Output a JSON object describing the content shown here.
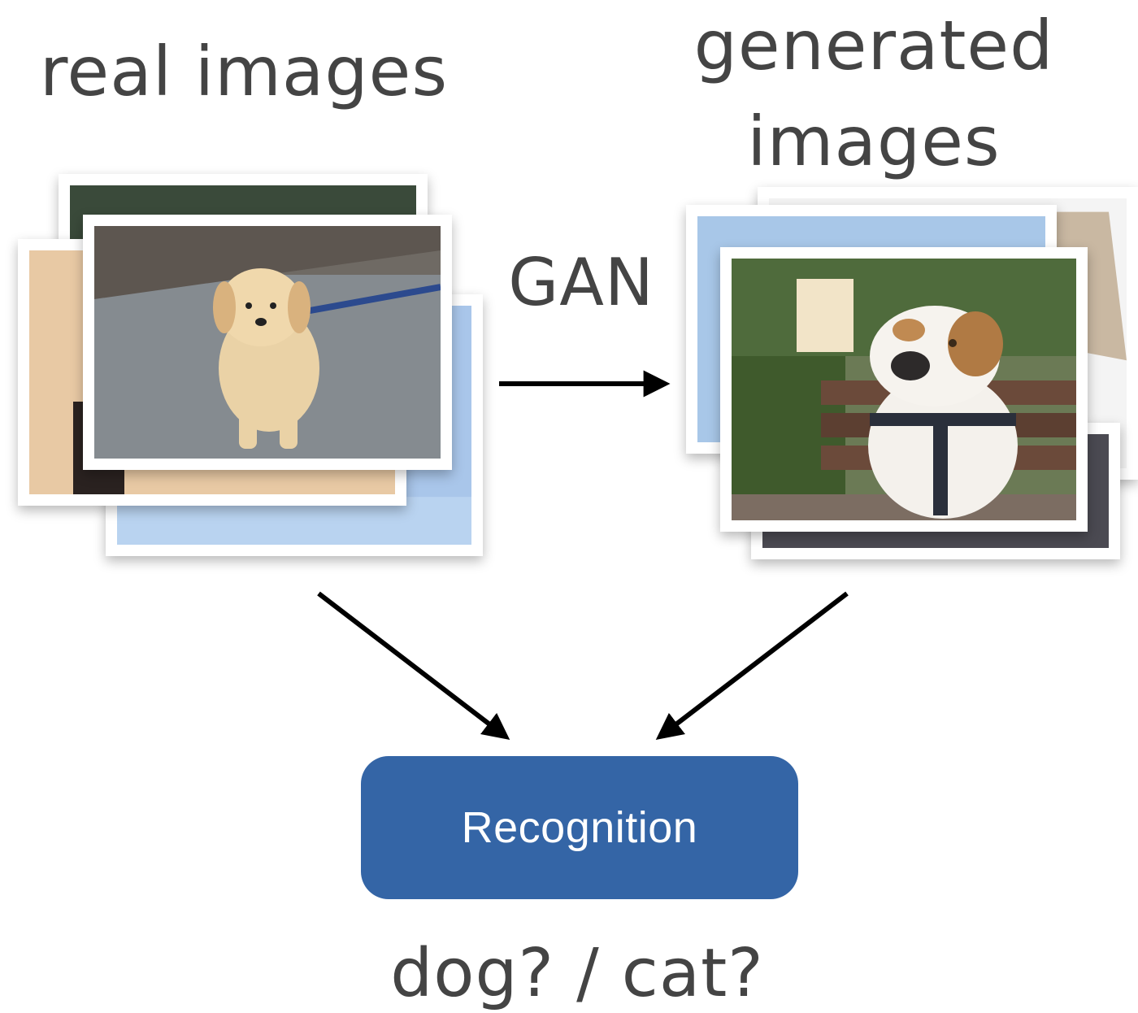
{
  "labels": {
    "real_images": "real images",
    "generated_line1": "generated",
    "generated_line2": "images",
    "gan": "GAN",
    "recognition": "Recognition",
    "question": "dog? / cat?"
  },
  "colors": {
    "text": "#444444",
    "recognition_box": "#3465a6",
    "arrow": "#000000"
  }
}
